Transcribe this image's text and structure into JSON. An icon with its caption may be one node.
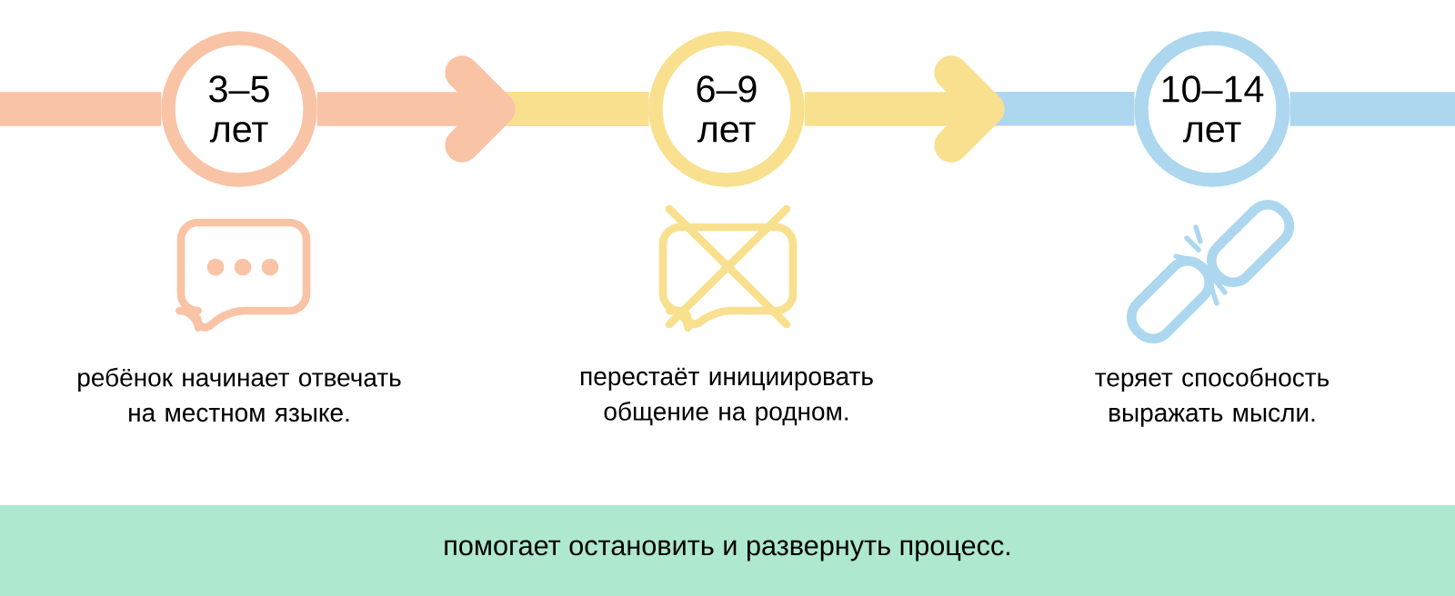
{
  "diagram": {
    "nodes": [
      {
        "text": [
          "3–5 лет"
        ]
      },
      {
        "text": [
          "6–9 лет"
        ]
      },
      {
        "text": [
          "10–14 лет"
        ]
      },
      {
        "text": [
          "помогает остановить и развернуть процесс."
        ]
      }
    ],
    "edges": [
      {
        "from": null,
        "to": 0,
        "arrow": "none",
        "color": "#f9c3a6"
      },
      {
        "from": 0,
        "to": 1,
        "arrow": "to",
        "color": "#f9c3a6"
      },
      {
        "from": 1,
        "to": 2,
        "arrow": "to",
        "color": "#f8e08e"
      },
      {
        "from": 2,
        "to": null,
        "arrow": "none",
        "color": "#acd7ef"
      }
    ],
    "labels": [
      "ребёнок начинает отвечать на местном языке.",
      "перестаёт инициировать общение на родном.",
      "теряет способность выражать мысли."
    ]
  }
}
